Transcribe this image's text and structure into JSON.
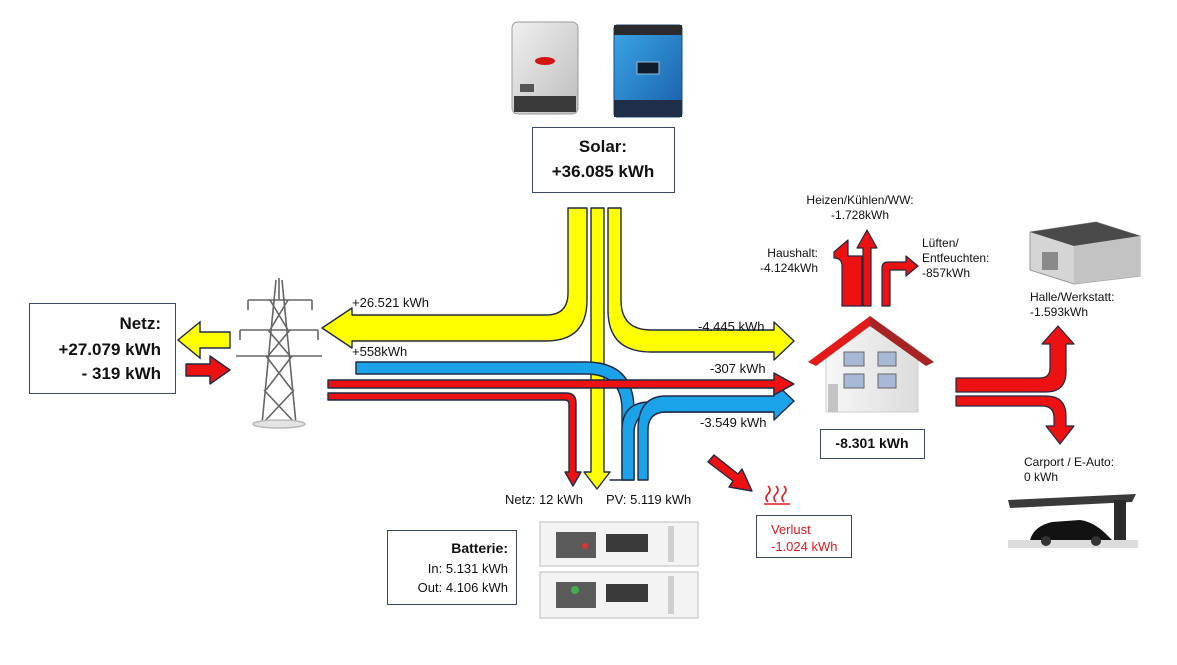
{
  "solar": {
    "title": "Solar:",
    "value": "+36.085 kWh"
  },
  "grid": {
    "title": "Netz:",
    "import": "+27.079 kWh",
    "export": "- 319 kWh"
  },
  "house": {
    "total": "-8.301 kWh"
  },
  "battery": {
    "title": "Batterie:",
    "in": "In: 5.131 kWh",
    "out": "Out: 4.106 kWh",
    "from_grid": "Netz: 12 kWh",
    "from_pv": "PV: 5.119 kWh"
  },
  "loss": {
    "title": "Verlust",
    "value": "-1.024 kWh"
  },
  "flows": {
    "solar_to_grid": "+26.521 kWh",
    "battery_to_grid": "+558kWh",
    "solar_to_house": "-4.445 kWh",
    "grid_to_house": "-307 kWh",
    "battery_to_house": "-3.549 kWh"
  },
  "consumers": {
    "heating": {
      "line1": "Heizen/Kühlen/WW:",
      "line2": "-1.728kWh"
    },
    "household": {
      "line1": "Haushalt:",
      "line2": "-4.124kWh"
    },
    "ventilation": {
      "line1": "Lüften/",
      "line2": "Entfeuchten:",
      "line3": "-857kWh"
    },
    "hall": {
      "line1": "Halle/Werkstatt:",
      "line2": "-1.593kWh"
    },
    "carport": {
      "line1": "Carport / E-Auto:",
      "line2": "0 kWh"
    }
  },
  "colors": {
    "solar": "#ffff00",
    "grid": "#ee1111",
    "battery": "#1aa3e8",
    "outline": "#1f2a44"
  },
  "icons": [
    "inverter-fronius-icon",
    "inverter-victron-icon",
    "power-pylon-icon",
    "house-icon",
    "battery-rack-icon",
    "heat-waves-icon",
    "warehouse-icon",
    "carport-car-icon"
  ]
}
